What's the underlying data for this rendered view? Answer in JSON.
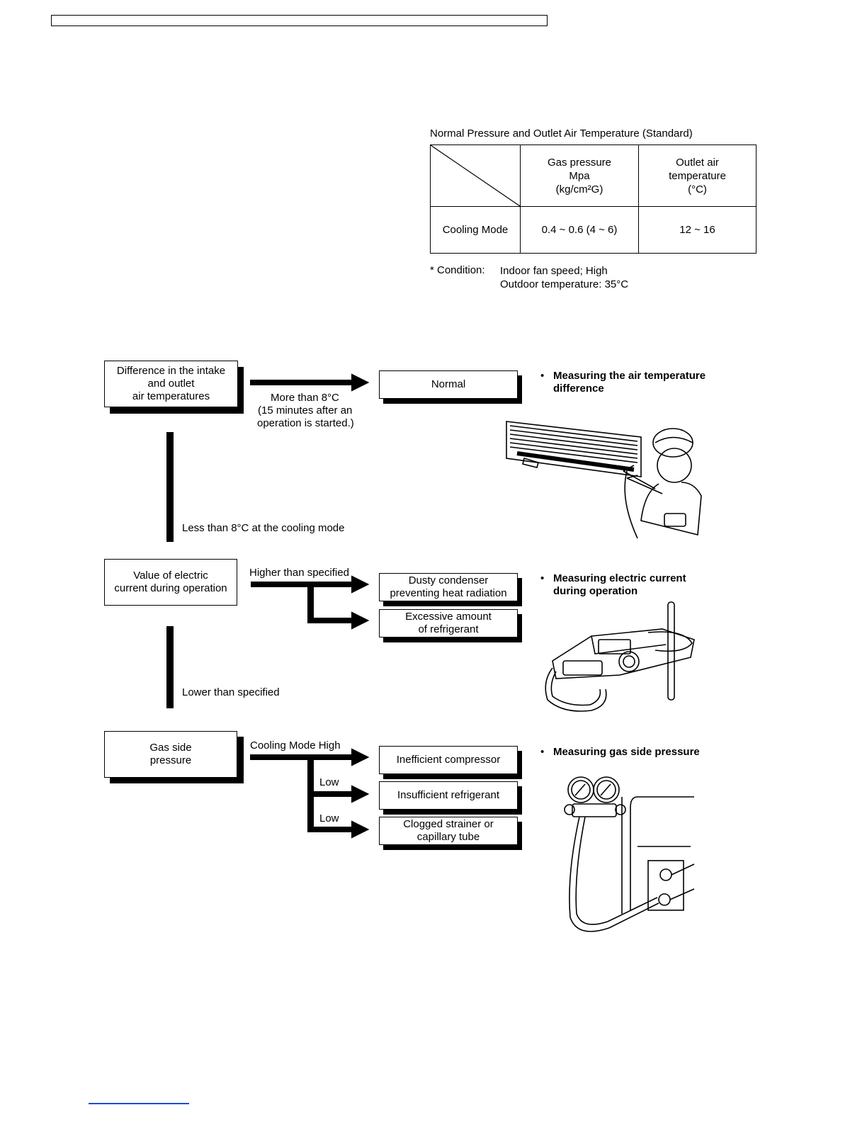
{
  "table": {
    "caption": "Normal Pressure and Outlet Air Temperature (Standard)",
    "headers": {
      "gas_line1": "Gas pressure",
      "gas_line2": "Mpa",
      "gas_line3": "(kg/cm²G)",
      "outlet_line1": "Outlet air",
      "outlet_line2": "temperature",
      "outlet_line3": "(°C)"
    },
    "row": {
      "mode": "Cooling Mode",
      "gas": "0.4 ~ 0.6 (4 ~ 6)",
      "outlet": "12 ~ 16"
    }
  },
  "condition": {
    "label": "* Condition:",
    "line1": "Indoor fan speed; High",
    "line2": "Outdoor temperature: 35°C"
  },
  "flow": {
    "step1": {
      "box_line1": "Difference in the intake",
      "box_line2": "and outlet",
      "box_line3": "air temperatures",
      "arrow_line1": "More than 8°C",
      "arrow_line2": "(15 minutes after an",
      "arrow_line3": "operation is started.)",
      "result": "Normal",
      "down_label": "Less than 8°C at the cooling mode"
    },
    "step2": {
      "box_line1": "Value of electric",
      "box_line2": "current during operation",
      "arrow_label": "Higher than specified",
      "result1_line1": "Dusty condenser",
      "result1_line2": "preventing heat radiation",
      "result2_line1": "Excessive amount",
      "result2_line2": "of refrigerant",
      "down_label": "Lower than specified"
    },
    "step3": {
      "box_line1": "Gas side",
      "box_line2": "pressure",
      "arrow_label": "Cooling Mode High",
      "low1": "Low",
      "low2": "Low",
      "result1": "Inefficient compressor",
      "result2": "Insufficient refrigerant",
      "result3_line1": "Clogged strainer or",
      "result3_line2": "capillary tube"
    }
  },
  "notes": {
    "n1_line1": "Measuring the air temperature",
    "n1_line2": "difference",
    "n2_line1": "Measuring electric current",
    "n2_line2": "during operation",
    "n3": "Measuring gas side pressure"
  },
  "icons": [
    "indoor-unit-technician-illustration",
    "clamp-meter-illustration",
    "gauge-manifold-illustration"
  ]
}
